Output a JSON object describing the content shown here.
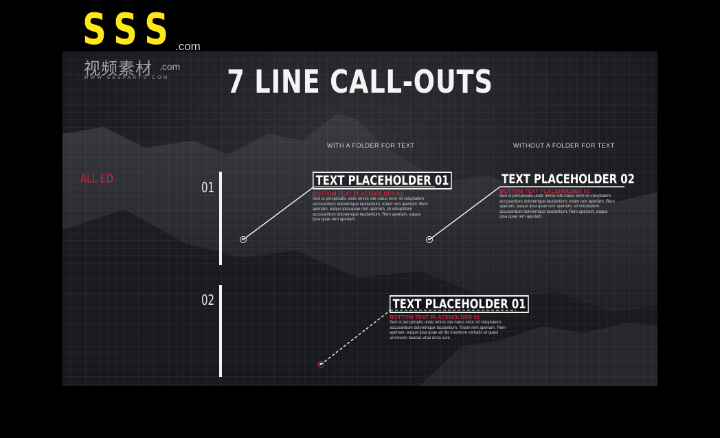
{
  "watermark": {
    "brand": "SSS",
    "domain": ".com",
    "cn_text": "视频素材",
    "cn_domain": ".com",
    "small_text": "WWW.SSSPARTS.COM"
  },
  "slide": {
    "title": "7 LINE CALL-OUTS",
    "label_with_folder": "WITH A FOLDER FOR TEXT",
    "label_without_folder": "WITHOUT A FOLDER FOR TEXT",
    "section_label": "ALL ED",
    "row1_number": "01",
    "row2_number": "02",
    "callout1": {
      "title": "TEXT PLACEHOLDER 01",
      "subtitle": "BOTTOM TEXT PLACEHOLDER 01",
      "body": "Sed ut perspiciatis unde omnis iste natus error sit voluptatem accusantium doloremque laudantium, totam rem aperiam. Rem aperiam, eaque ipsa quae rem aperiam, sit voluptatem accusantium doloremque laudantium. Rem aperiam, eaque ipsa quae rem aperiam."
    },
    "callout2": {
      "title": "TEXT PLACEHOLDER 02",
      "subtitle": "BOTTOM TEXT PLACEHOLDER 02",
      "body": "Sed ut perspiciatis unde omnis iste natus error sit voluptatem accusantium doloremque laudantium, totam rem aperiam. Rem aperiam, eaque ipsa quae rem aperiam, sit voluptatem accusantium doloremque laudantium. Rem aperiam, eaque ipsa quae rem aperiam."
    },
    "callout3": {
      "title": "TEXT PLACEHOLDER 01",
      "subtitle": "BOTTOM TEXT PLACEHOLDER 01",
      "body": "Sed ut perspiciatis unde omnis iste natus error sit voluptatem accusantium doloremque laudantium. Totam rem aperiam. Rem aperiam, eaque ipsa quae ab illo inventore veritatis et quasi architecto beatae vitae dicta sunt."
    }
  },
  "colors": {
    "accent_red": "#c4253d",
    "watermark_yellow": "#ffe81a",
    "line_white": "#f2f2f2"
  }
}
